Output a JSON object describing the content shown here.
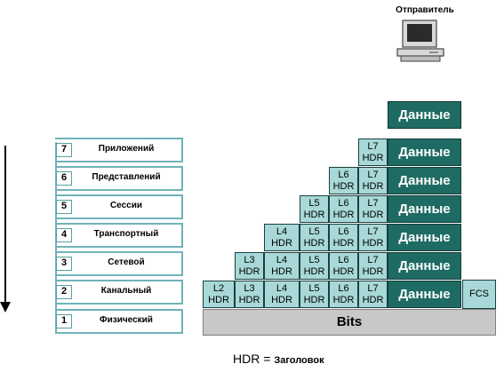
{
  "sender": {
    "label": "Отправитель"
  },
  "layers": [
    {
      "num": "7",
      "name": "Приложений"
    },
    {
      "num": "6",
      "name": "Представлений"
    },
    {
      "num": "5",
      "name": "Сессии"
    },
    {
      "num": "4",
      "name": "Транспортный"
    },
    {
      "num": "3",
      "name": "Сетевой"
    },
    {
      "num": "2",
      "name": "Канальный"
    },
    {
      "num": "1",
      "name": "Физический"
    }
  ],
  "data_label": "Данные",
  "headers": {
    "l7": [
      "L7",
      "HDR"
    ],
    "l6": [
      "L6",
      "HDR"
    ],
    "l5": [
      "L5",
      "HDR"
    ],
    "l4": [
      "L4",
      "HDR"
    ],
    "l3": [
      "L3",
      "HDR"
    ],
    "l2": [
      "L2",
      "HDR"
    ]
  },
  "fcs": "FCS",
  "bits": "Bits",
  "legend": {
    "key": "HDR",
    "eq": " = ",
    "value": "Заголовок"
  }
}
